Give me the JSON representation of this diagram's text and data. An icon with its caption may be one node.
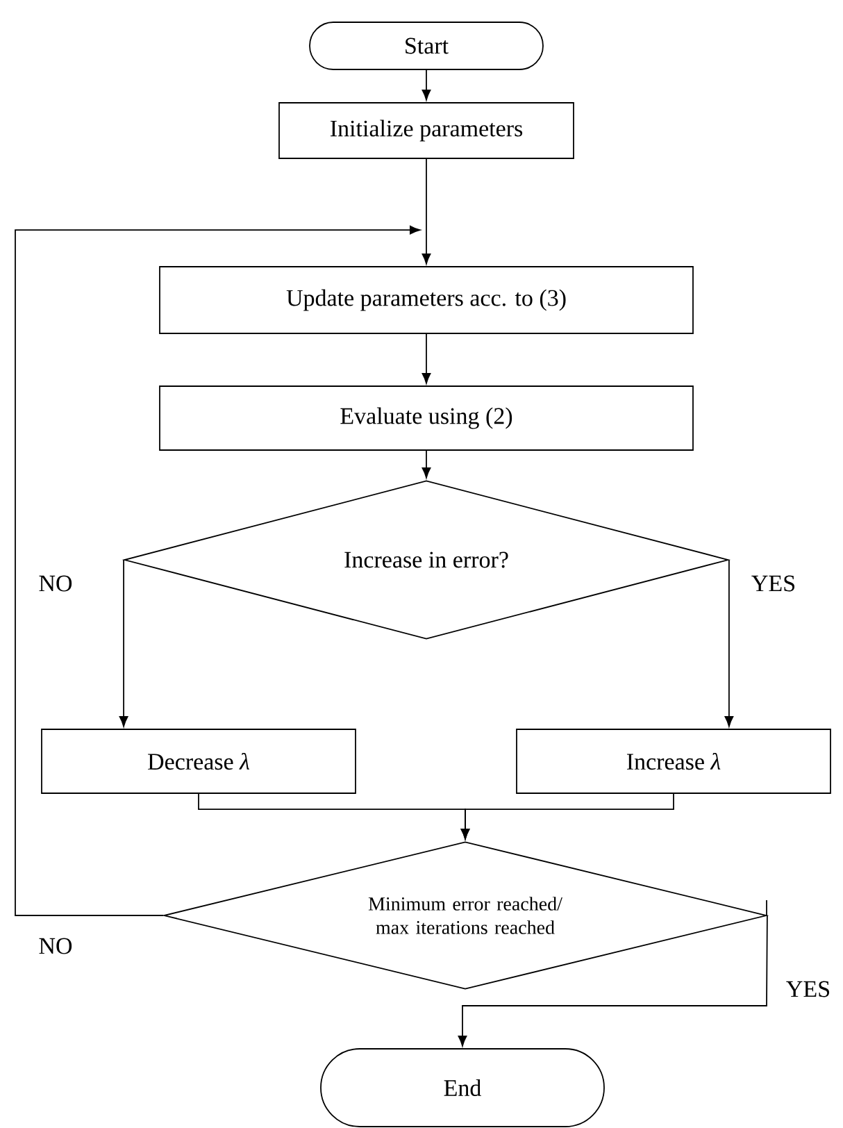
{
  "diagram": {
    "nodes": [
      {
        "text": [
          "Start"
        ]
      },
      {
        "text": [
          "Initialize parameters"
        ]
      },
      {
        "text": [
          "Update parameters acc. to (3)"
        ]
      },
      {
        "text": [
          "Evaluate using (2)"
        ]
      },
      {
        "text": [
          "Increase in error?"
        ]
      },
      {
        "text": [
          "Decrease *λ*"
        ]
      },
      {
        "text": [
          "Increase *λ*"
        ]
      },
      {
        "text": [
          "Minimum error reached/ max iterations reached"
        ]
      },
      {
        "text": [
          "End"
        ]
      }
    ],
    "edges": [
      {
        "from": 0,
        "to": 1,
        "arrow": "to"
      },
      {
        "from": 1,
        "to": 2,
        "arrow": "to"
      },
      {
        "from": 2,
        "to": 3,
        "arrow": "to"
      },
      {
        "from": 3,
        "to": 4,
        "arrow": "to"
      },
      {
        "from": 4,
        "to": 5,
        "arrow": "to",
        "label": "NO"
      },
      {
        "from": 4,
        "to": 6,
        "arrow": "to",
        "label": "YES"
      },
      {
        "from": 5,
        "to": 7,
        "arrow": "to"
      },
      {
        "from": 6,
        "to": 7,
        "arrow": "to"
      },
      {
        "from": 7,
        "to": 2,
        "arrow": "to",
        "label": "NO"
      },
      {
        "from": 7,
        "to": 8,
        "arrow": "to",
        "label": "YES"
      }
    ]
  }
}
